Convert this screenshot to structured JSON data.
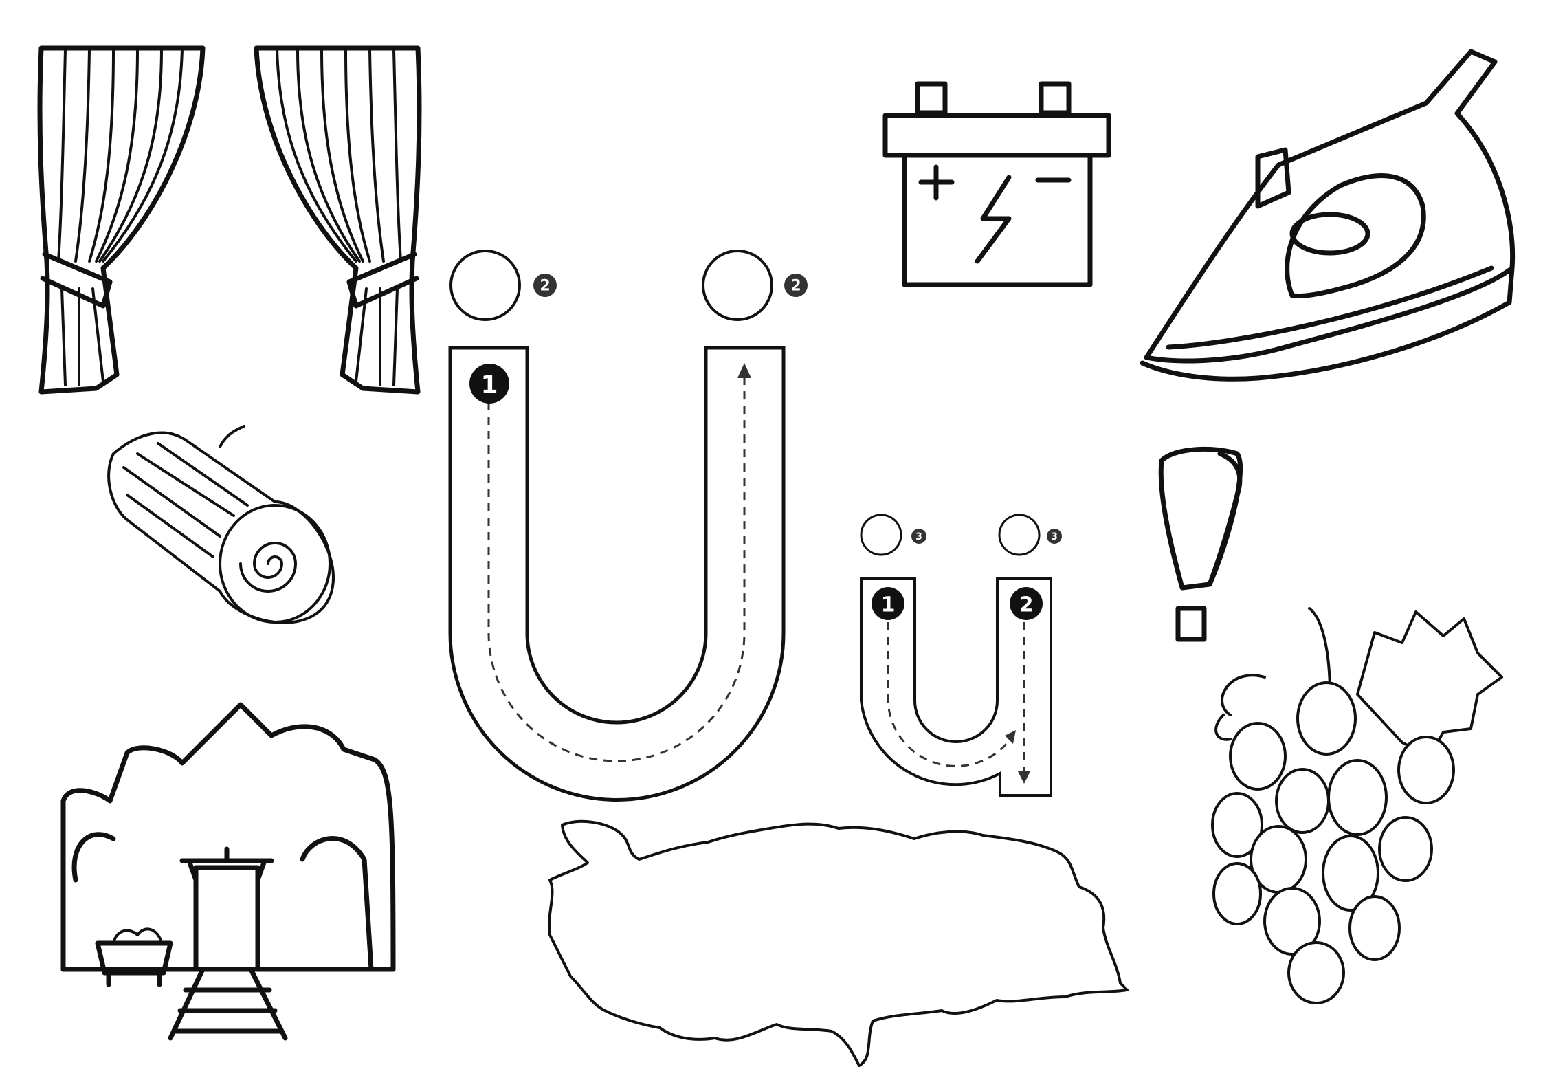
{
  "worksheet": {
    "letter_upper": {
      "stroke_badges": [
        "1"
      ],
      "dot_badges": [
        "2",
        "2"
      ]
    },
    "letter_lower": {
      "stroke_badges": [
        "1",
        "2"
      ],
      "dot_badges": [
        "3",
        "3"
      ]
    },
    "pictures": [
      "curtains",
      "battery",
      "iron",
      "log",
      "exclamation-mark",
      "mine",
      "grapes",
      "turkey-map"
    ]
  },
  "colors": {
    "ink": "#111111",
    "badge": "#111111",
    "dot_badge": "#333333"
  }
}
